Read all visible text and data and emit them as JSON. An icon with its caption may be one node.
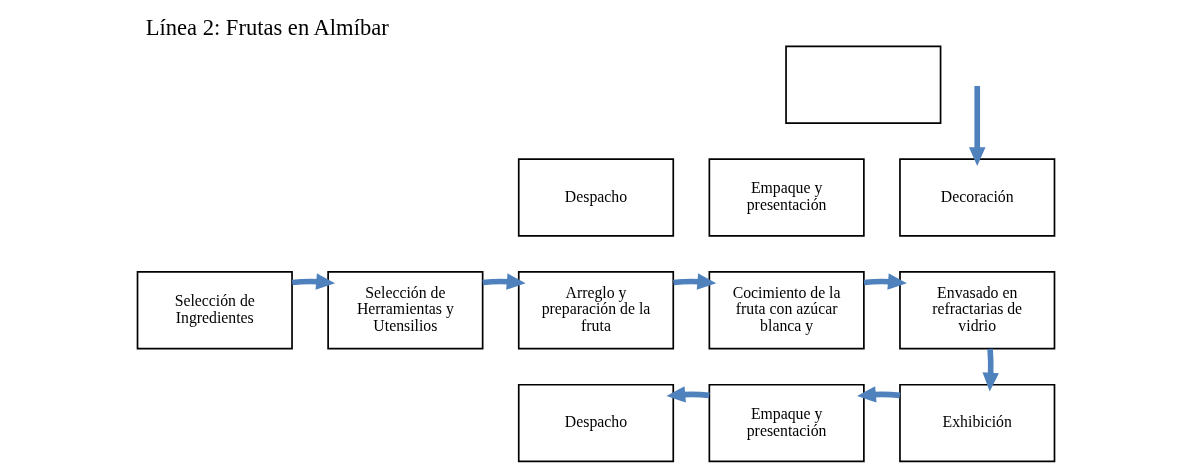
{
  "diagram": {
    "title": "Línea 2: Frutas en Almíbar",
    "nodes": [
      {
        "text": [],
        "shape": "box"
      },
      {
        "text": [
          "Despacho"
        ]
      },
      {
        "text": [
          "Empaque y presentación"
        ]
      },
      {
        "text": [
          "Decoración"
        ]
      },
      {
        "text": [
          "Selección de Ingredientes"
        ]
      },
      {
        "text": [
          "Selección de Herramientas y Utensilios"
        ]
      },
      {
        "text": [
          "Arreglo y preparación de la fruta"
        ]
      },
      {
        "text": [
          "Cocimiento de la fruta con azúcar blanca y"
        ]
      },
      {
        "text": [
          "Envasado en refractarias de vidrio"
        ]
      },
      {
        "text": [
          "Exhibición"
        ]
      },
      {
        "text": [
          "Empaque y presentación"
        ]
      },
      {
        "text": [
          "Despacho"
        ]
      }
    ],
    "edges": [
      {
        "from": null,
        "to": 3,
        "arrow": "to"
      },
      {
        "from": 4,
        "to": 5,
        "arrow": "to"
      },
      {
        "from": 5,
        "to": 6,
        "arrow": "to"
      },
      {
        "from": 6,
        "to": 7,
        "arrow": "to"
      },
      {
        "from": 7,
        "to": 8,
        "arrow": "to"
      },
      {
        "from": 8,
        "to": 9,
        "arrow": "to"
      },
      {
        "from": 9,
        "to": 10,
        "arrow": "to"
      },
      {
        "from": 10,
        "to": 11,
        "arrow": "to"
      }
    ]
  }
}
